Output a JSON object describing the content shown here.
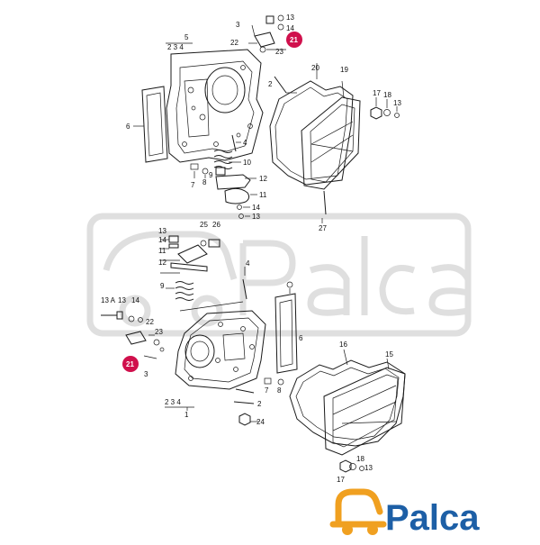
{
  "diagram": {
    "top_labels": [
      {
        "id": "t5",
        "text": "5"
      },
      {
        "id": "t234",
        "text": "2  3  4"
      },
      {
        "id": "t3",
        "text": "3"
      },
      {
        "id": "t13",
        "text": "13"
      },
      {
        "id": "t14",
        "text": "14"
      },
      {
        "id": "t22",
        "text": "22"
      },
      {
        "id": "t23",
        "text": "23"
      },
      {
        "id": "t20",
        "text": "20"
      },
      {
        "id": "t19",
        "text": "19"
      },
      {
        "id": "t2",
        "text": "2"
      },
      {
        "id": "t17",
        "text": "17"
      },
      {
        "id": "t18",
        "text": "18"
      },
      {
        "id": "t13b",
        "text": "13"
      },
      {
        "id": "t6",
        "text": "6"
      },
      {
        "id": "t4",
        "text": "4"
      },
      {
        "id": "t10",
        "text": "10"
      },
      {
        "id": "t7",
        "text": "7"
      },
      {
        "id": "t8",
        "text": "8"
      },
      {
        "id": "t9",
        "text": "9"
      },
      {
        "id": "t12",
        "text": "12"
      },
      {
        "id": "t11",
        "text": "11"
      },
      {
        "id": "t14b",
        "text": "14"
      },
      {
        "id": "t13c",
        "text": "13"
      },
      {
        "id": "t27",
        "text": "27"
      }
    ],
    "bottom_labels": [
      {
        "id": "b13",
        "text": "13"
      },
      {
        "id": "b14",
        "text": "14"
      },
      {
        "id": "b25",
        "text": "25"
      },
      {
        "id": "b26",
        "text": "26"
      },
      {
        "id": "b11",
        "text": "11"
      },
      {
        "id": "b12",
        "text": "12"
      },
      {
        "id": "b4",
        "text": "4"
      },
      {
        "id": "b9",
        "text": "9"
      },
      {
        "id": "b13a",
        "text": "13 A"
      },
      {
        "id": "b13b",
        "text": "13"
      },
      {
        "id": "b14b",
        "text": "14"
      },
      {
        "id": "b22",
        "text": "22"
      },
      {
        "id": "b23",
        "text": "23"
      },
      {
        "id": "b3",
        "text": "3"
      },
      {
        "id": "b7",
        "text": "7"
      },
      {
        "id": "b8",
        "text": "8"
      },
      {
        "id": "b6",
        "text": "6"
      },
      {
        "id": "b2",
        "text": "2"
      },
      {
        "id": "b234",
        "text": "2  3  4"
      },
      {
        "id": "b1",
        "text": "1"
      },
      {
        "id": "b24",
        "text": "24"
      },
      {
        "id": "b16",
        "text": "16"
      },
      {
        "id": "b15",
        "text": "15"
      },
      {
        "id": "b18",
        "text": "18"
      },
      {
        "id": "b13d",
        "text": "13"
      },
      {
        "id": "b17",
        "text": "17"
      }
    ],
    "highlight": {
      "label": "21",
      "color": "#d0104c"
    }
  },
  "brand": {
    "name": "Palca",
    "text_color": "#1d5fa6",
    "icon_color": "#f0a020",
    "watermark": "Palca"
  }
}
